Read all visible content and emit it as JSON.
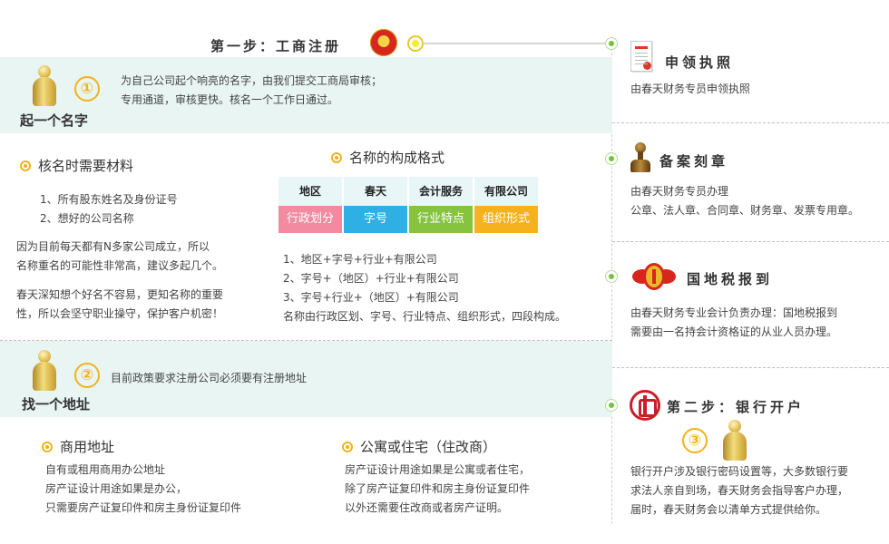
{
  "header": {
    "step1_title": "第一步：工商注册"
  },
  "section1": {
    "number": "①",
    "title": "起一个名字",
    "intro_line1": "为自己公司起个响亮的名字，由我们提交工商局审核；",
    "intro_line2": "专用通道，审核更快。核名一个工作日通过。",
    "materials": {
      "heading": "核名时需要材料",
      "items": [
        "1、所有股东姓名及身份证号",
        "2、想好的公司名称"
      ]
    },
    "paragraph1": [
      "因为目前每天都有N多家公司成立，所以",
      "名称重名的可能性非常高，建议多起几个。"
    ],
    "paragraph2": [
      "春天深知想个好名不容易，更知名称的重要",
      "性，所以会坚守职业操守，保护客户机密！"
    ],
    "format": {
      "heading": "名称的构成格式",
      "top_row": [
        "地区",
        "春天",
        "会计服务",
        "有限公司"
      ],
      "bottom_row": [
        "行政划分",
        "字号",
        "行业特点",
        "组织形式"
      ],
      "bottom_colors": [
        "#f28aa0",
        "#2fb0e4",
        "#86c440",
        "#f5b21c"
      ],
      "lines": [
        "1、地区+字号+行业+有限公司",
        "2、字号+（地区）+行业+有限公司",
        "3、字号+行业+（地区）+有限公司",
        "名称由行政区划、字号、行业特点、组织形式，四段构成。"
      ]
    }
  },
  "section2": {
    "number": "②",
    "title": "找一个地址",
    "intro": "目前政策要求注册公司必须要有注册地址",
    "commercial": {
      "heading": "商用地址",
      "lines": [
        "自有或租用商用办公地址",
        "房产证设计用途如果是办公，",
        "只需要房产证复印件和房主身份证复印件"
      ]
    },
    "residential": {
      "heading": "公寓或住宅（住改商）",
      "lines": [
        "房产证设计用途如果是公寓或者住宅，",
        "除了房产证复印件和房主身份证复印件",
        "以外还需要住改商或者房产证明。"
      ]
    }
  },
  "right": {
    "license": {
      "title": "申领执照",
      "text": "由春天财务专员申领执照"
    },
    "seal": {
      "title": "备案刻章",
      "lines": [
        "由春天财务专员办理",
        "公章、法人章、合同章、财务章、发票专用章。"
      ]
    },
    "tax": {
      "title": "国地税报到",
      "lines": [
        "由春天财务专业会计负责办理：国地税报到",
        "需要由一名持会计资格证的从业人员办理。"
      ]
    },
    "bank": {
      "title": "第二步：银行开户",
      "number": "③",
      "lines": [
        "银行开户涉及银行密码设置等，大多数银行要",
        "求法人亲自到场，春天财务会指导客户办理，",
        "届时，春天财务会以清单方式提供给你。"
      ]
    }
  }
}
